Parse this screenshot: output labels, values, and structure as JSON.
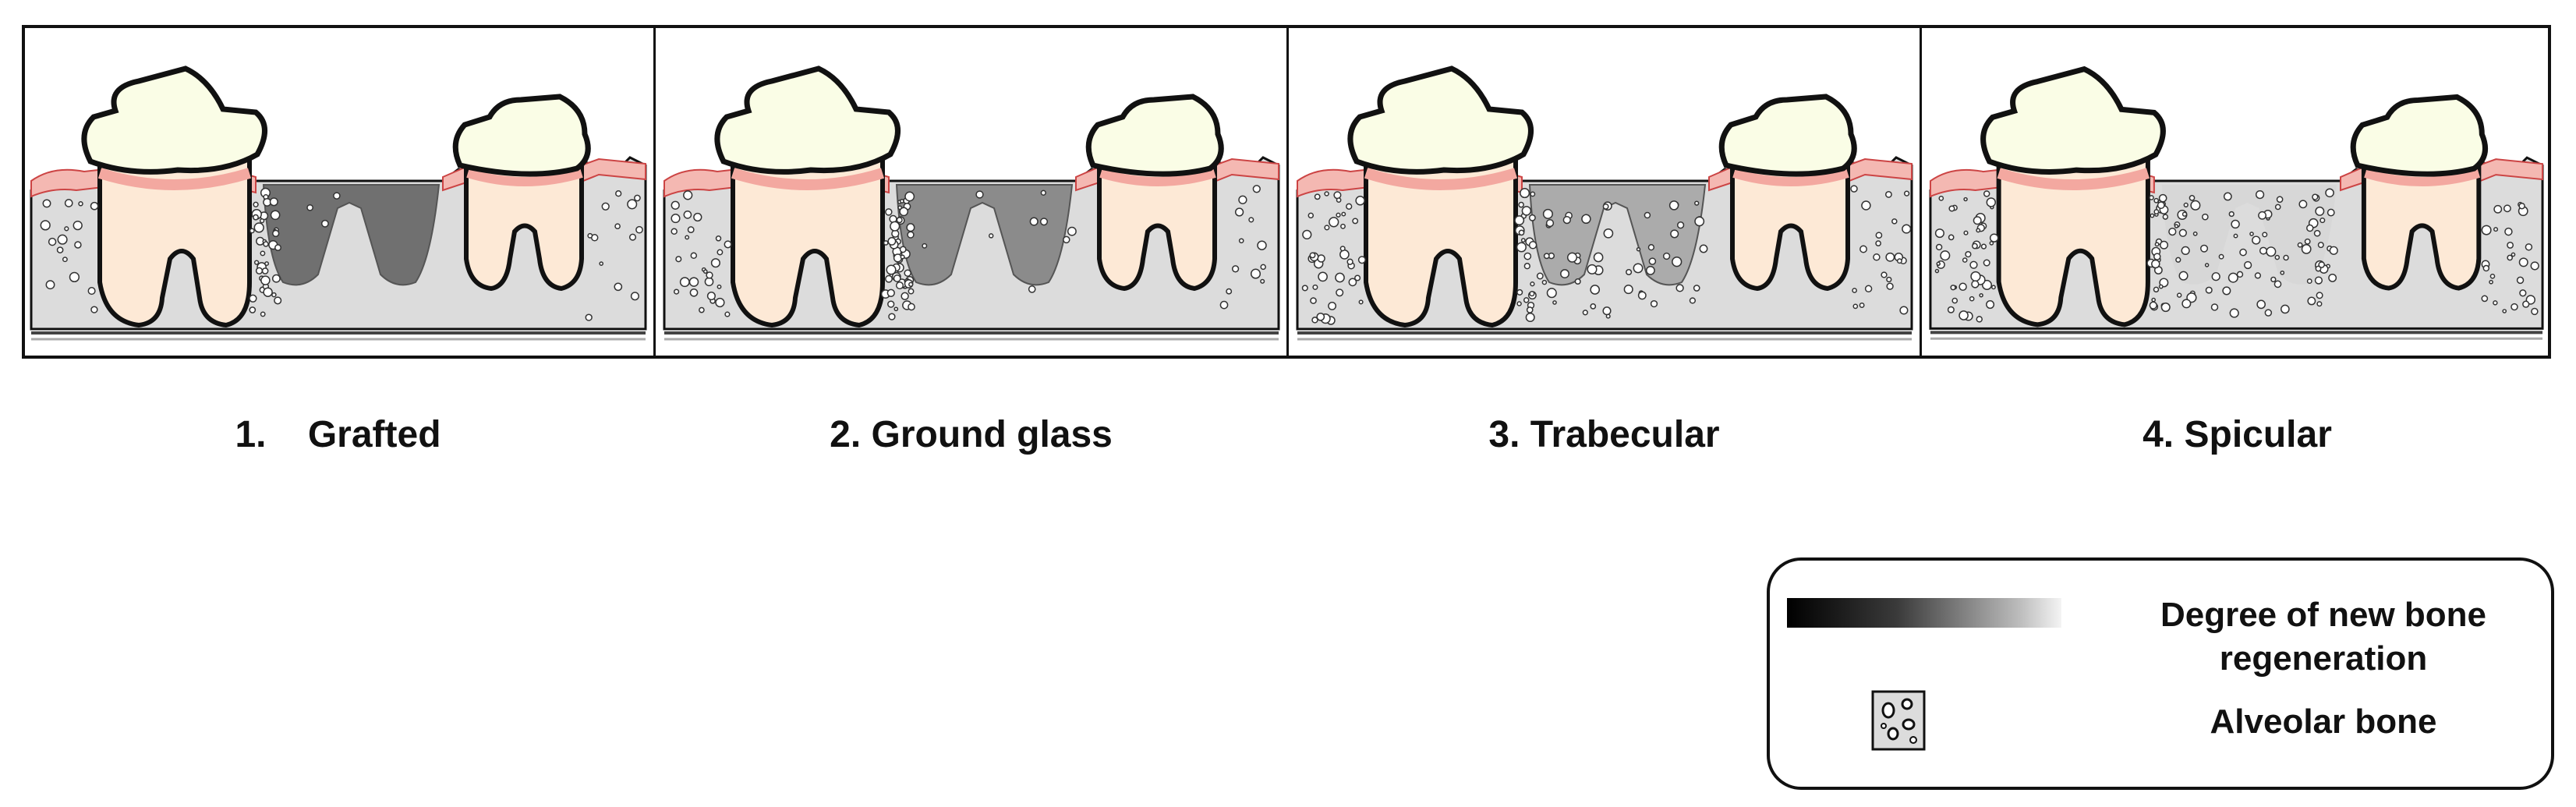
{
  "panels": [
    {
      "number": "1.",
      "title": "Grafted",
      "caption": "1.    Grafted",
      "stage": "grafted",
      "graft_fill": 1.0
    },
    {
      "number": "2.",
      "title": "Ground glass",
      "caption": "2. Ground glass",
      "stage": "ground-glass",
      "graft_fill": 0.75
    },
    {
      "number": "3.",
      "title": "Trabecular",
      "caption": "3. Trabecular",
      "stage": "trabecular",
      "graft_fill": 0.45
    },
    {
      "number": "4.",
      "title": "Spicular",
      "caption": "4. Spicular",
      "stage": "spicular",
      "graft_fill": 0.05
    }
  ],
  "legend": {
    "gradient_label": "Degree of new bone regeneration",
    "gradient_label_line1": "Degree of new bone",
    "gradient_label_line2": "regeneration",
    "bone_label": "Alveolar bone"
  },
  "colors": {
    "bone": "#dcdcdc",
    "gum": "#f4b8b2",
    "root": "#fde9d6",
    "crown": "#fafde6",
    "graft_dark": "#707070",
    "outline": "#111111"
  }
}
